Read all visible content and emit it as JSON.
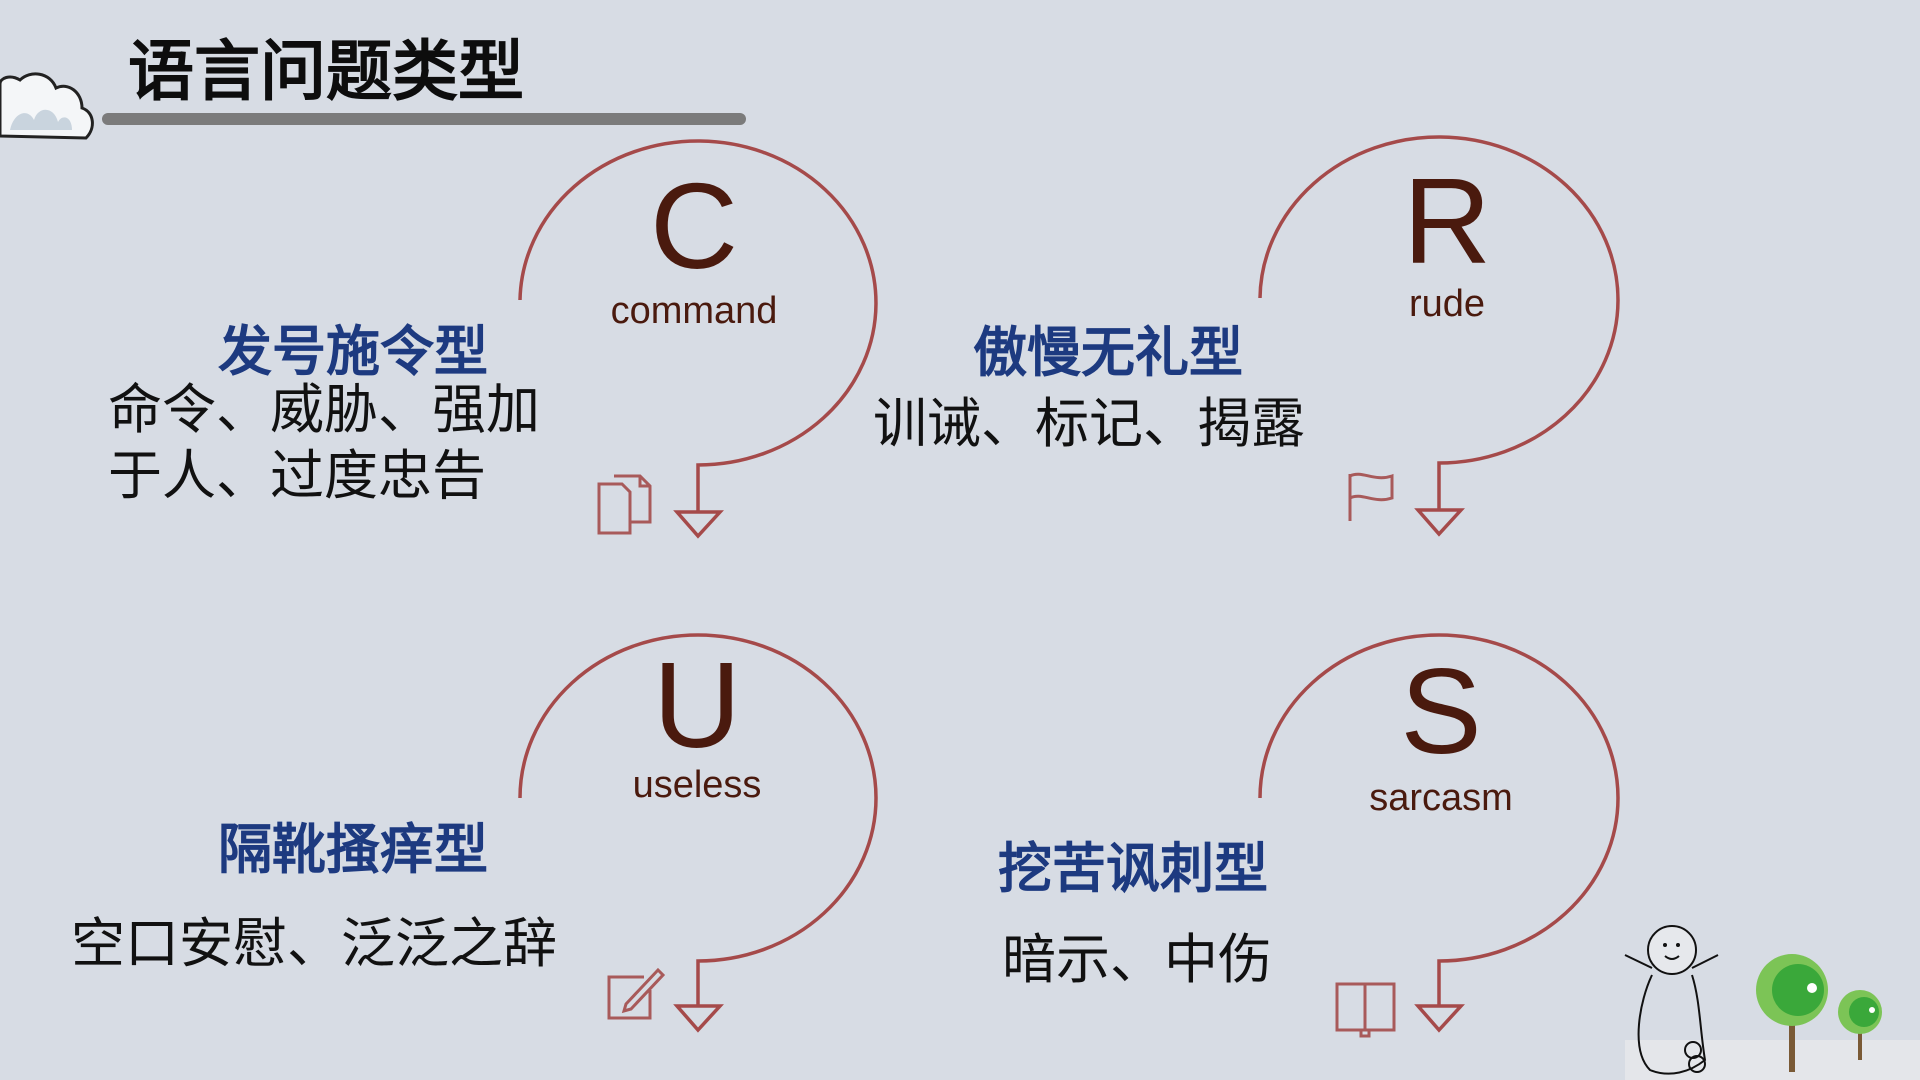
{
  "title": "语言问题类型",
  "colors": {
    "background": "#d7dce4",
    "heading": "#1d3a80",
    "arc": "#a54a4a",
    "letter": "#4a1a0e"
  },
  "quadrants": [
    {
      "letter": "C",
      "word": "command",
      "heading": "发号施令型",
      "lines": [
        "命令、威胁、强加",
        "于人、过度忠告"
      ],
      "icon": "copy-icon"
    },
    {
      "letter": "R",
      "word": "rude",
      "heading": "傲慢无礼型",
      "lines": [
        "训诫、标记、揭露"
      ],
      "icon": "flag-icon"
    },
    {
      "letter": "U",
      "word": "useless",
      "heading": "隔靴搔痒型",
      "lines": [
        "空口安慰、泛泛之辞"
      ],
      "icon": "edit-icon"
    },
    {
      "letter": "S",
      "word": "sarcasm",
      "heading": "挖苦讽刺型",
      "lines": [
        "暗示、中伤"
      ],
      "icon": "book-icon"
    }
  ]
}
